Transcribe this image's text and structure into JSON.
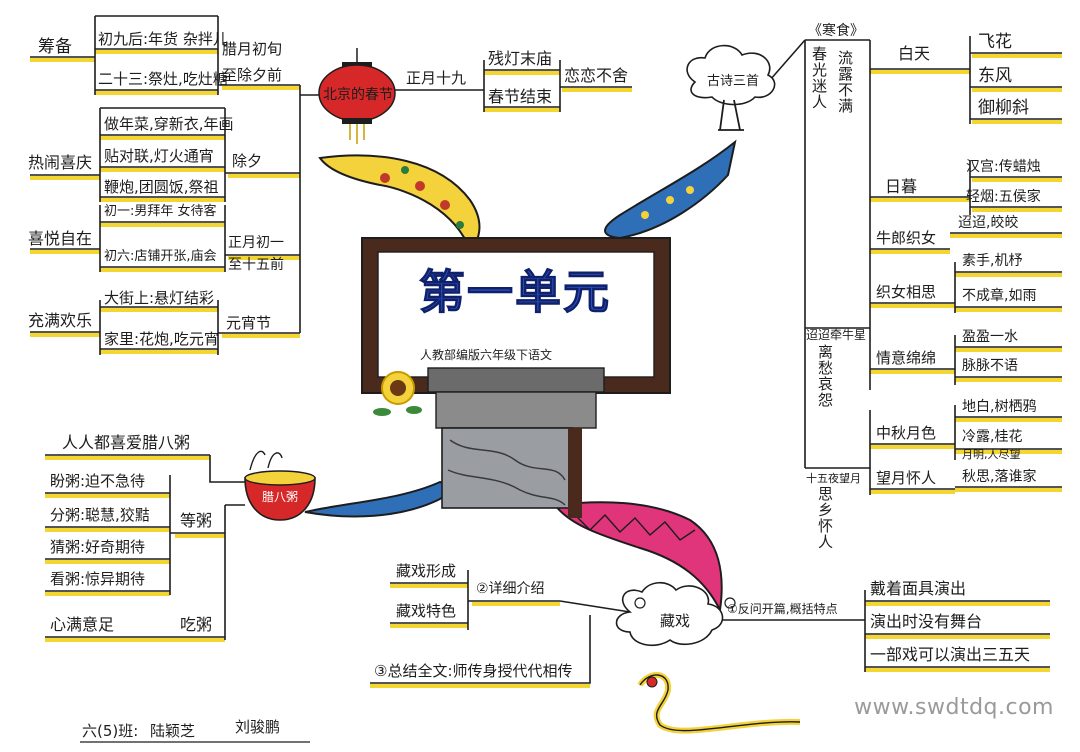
{
  "center": {
    "title": "第一单元",
    "subtitle": "人教部编版六年级下语文"
  },
  "beijing": {
    "hub": "北京的春节",
    "prep": {
      "label": "筹备",
      "items": [
        "初九后:年货 杂拌儿",
        "二十三:祭灶,吃灶糖"
      ],
      "time": "腊月初旬 至除夕前"
    },
    "lively": {
      "label": "热闹喜庆",
      "items": [
        "做年菜,穿新衣,年画",
        "贴对联,灯火通宵",
        "鞭炮,团圆饭,祭祖"
      ],
      "time": "除夕"
    },
    "joy": {
      "label": "喜悦自在",
      "items": [
        "初一:男拜年 女待客",
        "初六:店铺开张,庙会"
      ],
      "time": "正月初一 至十五前"
    },
    "fun": {
      "label": "充满欢乐",
      "items": [
        "大街上:悬灯结彩",
        "家里:花炮,吃元宵"
      ],
      "time": "元宵节"
    },
    "end": {
      "time": "正月十九",
      "items": [
        "残灯末庙",
        "春节结束"
      ],
      "feeling": "恋恋不舍"
    }
  },
  "poems": {
    "hub": "古诗三首",
    "hanshi": {
      "title": "《寒食》",
      "left": "春光迷人",
      "right": "流露不满",
      "day": "白天",
      "day_items": [
        "飞花",
        "东风",
        "御柳斜"
      ],
      "dusk": "日暮",
      "dusk_items": [
        "汉宫:传蜡烛",
        "轻烟:五侯家"
      ]
    },
    "xingxing": {
      "title": "迢迢牵牛星",
      "theme": "离愁哀怨",
      "rows": [
        {
          "label": "牛郎织女",
          "detail": [
            "迢迢,皎皎"
          ]
        },
        {
          "label": "织女相思",
          "detail": [
            "素手,机杼",
            "不成章,如雨"
          ]
        },
        {
          "label": "情意绵绵",
          "detail": [
            "盈盈一水",
            "脉脉不语"
          ]
        }
      ]
    },
    "shiwuye": {
      "title": "十五夜望月",
      "theme": "思乡怀人",
      "rows": [
        {
          "label": "中秋月色",
          "detail": [
            "地白,树栖鸦",
            "冷露,桂花",
            "月明,人尽望"
          ]
        },
        {
          "label": "望月怀人",
          "detail": [
            "秋思,落谁家"
          ]
        }
      ]
    }
  },
  "labazhou": {
    "hub": "腊八粥",
    "top": "人人都喜爱腊八粥",
    "wait": {
      "label": "等粥",
      "items": [
        "盼粥:迫不急待",
        "分粥:聪慧,狡黠",
        "猜粥:好奇期待",
        "看粥:惊异期待"
      ]
    },
    "eat": {
      "label": "吃粥",
      "item": "心满意足"
    }
  },
  "zangxi": {
    "hub": "藏戏",
    "detail_label": "②详细介绍",
    "detail_items": [
      "藏戏形成",
      "藏戏特色"
    ],
    "open_label": "①反问开篇,概括特点",
    "open_items": [
      "戴着面具演出",
      "演出时没有舞台",
      "一部戏可以演出三五天"
    ],
    "summary": "③总结全文:师传身授代代相传"
  },
  "footer": {
    "class_label": "六(5)班:",
    "author1": "陆颖芝",
    "author2": "刘骏鹏",
    "watermark": "www.swdtdq.com"
  },
  "colors": {
    "ink": "#1d1d1d",
    "highlight": "#f2d21b",
    "board_frame": "#4a2a1d",
    "title_blue": "#2a52be",
    "lantern_red": "#d62828",
    "leaf_yellow": "#f4d23c",
    "leaf_blue": "#2e6fb8",
    "leaf_pink": "#e0357a"
  },
  "icons": [
    "lantern-icon",
    "tree-icon",
    "bowl-icon",
    "cloud-icon",
    "sunflower-icon",
    "dragon-icon"
  ]
}
